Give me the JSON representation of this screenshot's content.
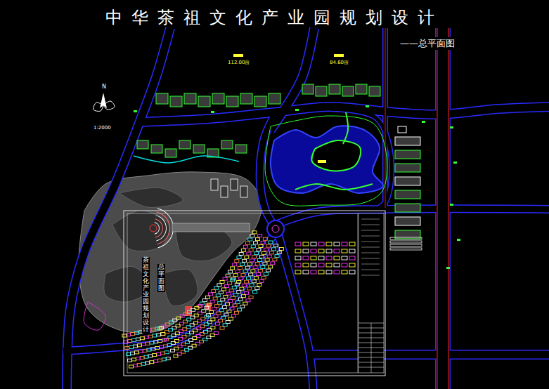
{
  "diagram": {
    "title": "中华茶祖文化产业园规划设计",
    "labels": [
      "——总平面图",
      "N",
      "1:2000",
      "112.00亩",
      "84.60亩",
      "茶祖文化产业园规划设计",
      "总平面图"
    ]
  }
}
